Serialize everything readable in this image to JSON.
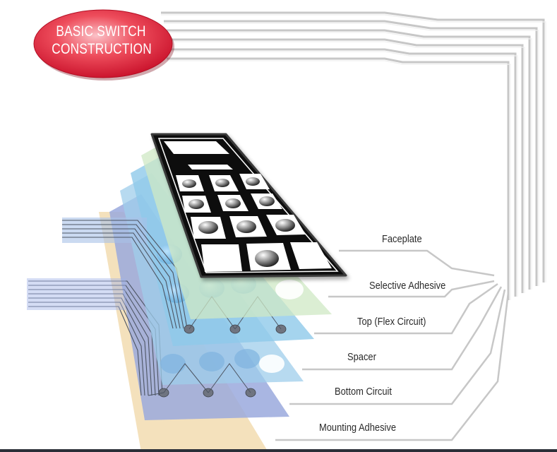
{
  "title": {
    "line1": "BASIC SWITCH",
    "line2": "CONSTRUCTION"
  },
  "layers": [
    {
      "id": "faceplate",
      "label": "Faceplate"
    },
    {
      "id": "selective",
      "label": "Selective Adhesive"
    },
    {
      "id": "top",
      "label": "Top (Flex Circuit)"
    },
    {
      "id": "spacer",
      "label": "Spacer"
    },
    {
      "id": "bottom",
      "label": "Bottom Circuit"
    },
    {
      "id": "mounting",
      "label": "Mounting Adhesive"
    }
  ],
  "colors": {
    "badge": "#e8243a",
    "faceplate": "#111111",
    "selective_adhesive": "#cfe8c4",
    "flex_circuit": "#8ec9ea",
    "spacer": "#9fcdeb",
    "bottom_circuit": "#9aa9dd",
    "mounting_adhesive": "#f3dfb8",
    "leader_lines": "#c7c7c7",
    "circuit_traces": "#4d5563"
  }
}
